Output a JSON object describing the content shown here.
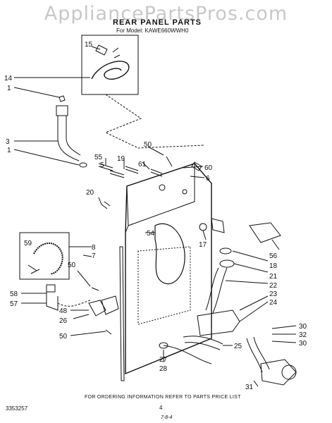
{
  "watermark": "AppliancePartsPros.com",
  "title": "REAR PANEL PARTS",
  "model": "For Model: KAWE660WWH0",
  "footer": "FOR ORDERING INFORMATION REFER TO PARTS PRICE LIST",
  "doc_number": "3353257",
  "page_number": "4",
  "date": "7-8-4",
  "callouts": {
    "c15": "15",
    "c14": "14",
    "c1a": "1",
    "c3": "3",
    "c1b": "1",
    "c55": "55",
    "c5": "5",
    "c19": "19",
    "c61": "61",
    "c50a": "50",
    "c60": "60",
    "c6": "6",
    "c20": "20",
    "c54": "54",
    "c17": "17",
    "c56": "56",
    "c18": "18",
    "c21": "21",
    "c22": "22",
    "c23": "23",
    "c24": "24",
    "c59": "59",
    "c8": "8",
    "c7": "7",
    "c50b": "50",
    "c58": "58",
    "c57": "57",
    "c48": "48",
    "c26": "26",
    "c50c": "50",
    "c25": "25",
    "c27": "27",
    "c28": "28",
    "c30a": "30",
    "c32": "32",
    "c30b": "30",
    "c31": "31"
  }
}
